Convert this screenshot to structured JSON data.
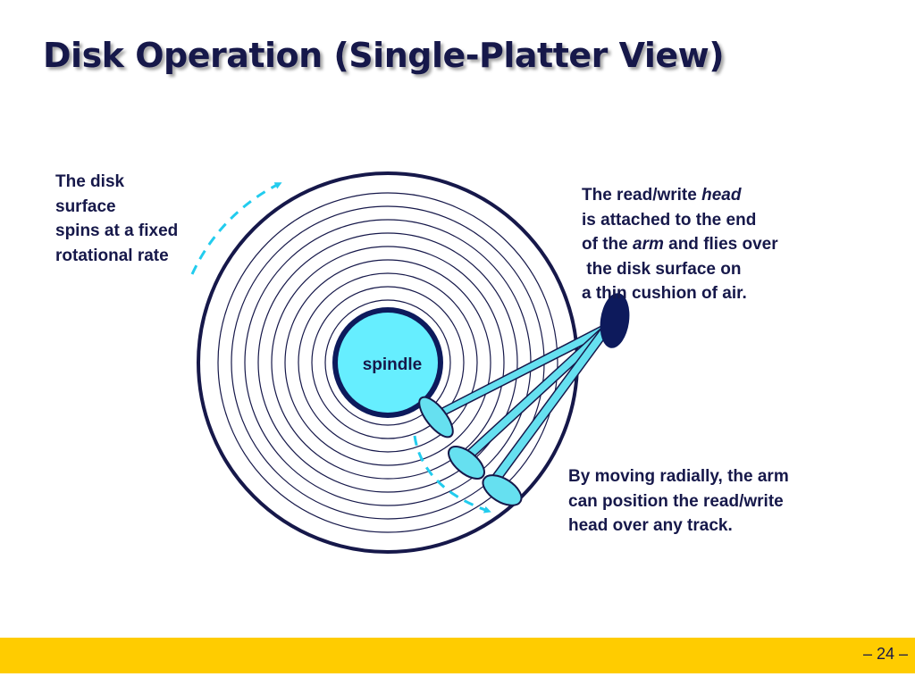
{
  "slide": {
    "title": "Disk Operation (Single-Platter View)",
    "page_number": "– 24 –"
  },
  "diagram": {
    "spindle_label": "spindle",
    "annotations": {
      "spin": {
        "lines": [
          "The disk",
          "surface",
          "spins at a fixed",
          "rotational rate"
        ]
      },
      "head": {
        "line1_prefix": "The read/write ",
        "line1_emphasis": "head",
        "line2": "is attached to the end",
        "line3_prefix": "of the ",
        "line3_emphasis": "arm",
        "line3_suffix": " and flies over",
        "line4": " the disk surface on",
        "line5": "a thin cushion of air."
      },
      "move": {
        "lines": [
          "By moving radially, the arm",
          "can position the read/write",
          "head over any track."
        ]
      }
    }
  },
  "colors": {
    "text": "#16184a",
    "platter_outline": "#16184a",
    "spindle_fill": "#66eeff",
    "arm_fill": "#66e0f0",
    "head_fill": "#0d1a5c",
    "arrow": "#22ccee",
    "footer_bar": "#ffcc00"
  }
}
